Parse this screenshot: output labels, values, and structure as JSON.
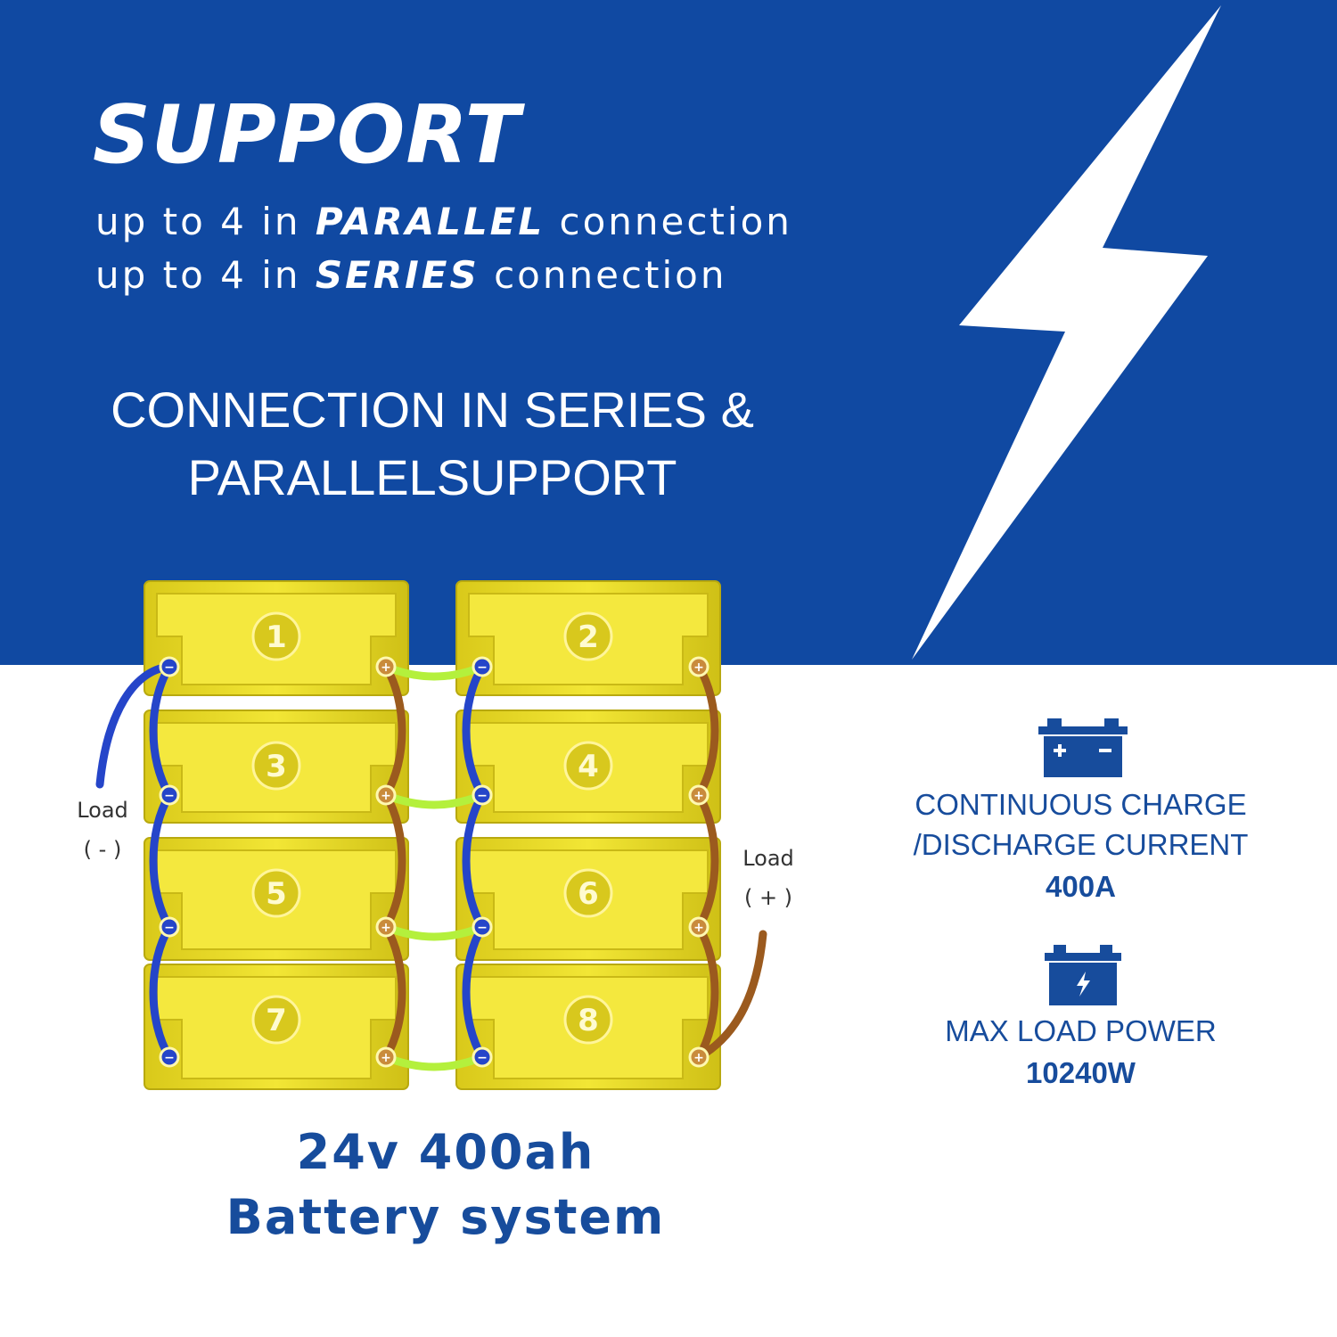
{
  "header": {
    "headline": "SUPPORT",
    "line1_prefix": "up to 4 in ",
    "line1_keyword": "PARALLEL",
    "line1_suffix": " connection",
    "line2_prefix": "up to 4 in ",
    "line2_keyword": "SERIES",
    "line2_suffix": " connection"
  },
  "connection_title": {
    "line1": "CONNECTION IN SERIES &",
    "line2": "PARALLELSUPPORT"
  },
  "diagram": {
    "battery_numbers": [
      "1",
      "2",
      "3",
      "4",
      "5",
      "6",
      "7",
      "8"
    ],
    "terminal_negative": "−",
    "terminal_positive": "+",
    "load_negative_word": "Load",
    "load_negative_sign": "( - )",
    "load_positive_word": "Load",
    "load_positive_sign": "( + )"
  },
  "caption": {
    "line1": "24v 400ah",
    "line2": "Battery system"
  },
  "specs": {
    "charge_icon": "battery-plus-minus-icon",
    "charge_line1": "CONTINUOUS CHARGE",
    "charge_line2": "/DISCHARGE CURRENT",
    "charge_value": "400A",
    "power_icon": "battery-bolt-icon",
    "power_line1": "MAX LOAD POWER",
    "power_value": "10240W"
  },
  "colors": {
    "brand_blue": "#1049a2",
    "text_blue": "#174c9c",
    "battery_yellow": "#ede02a",
    "negative_wire": "#2545c9",
    "positive_wire": "#9b5a1e",
    "link_wire": "#b4f03c"
  }
}
